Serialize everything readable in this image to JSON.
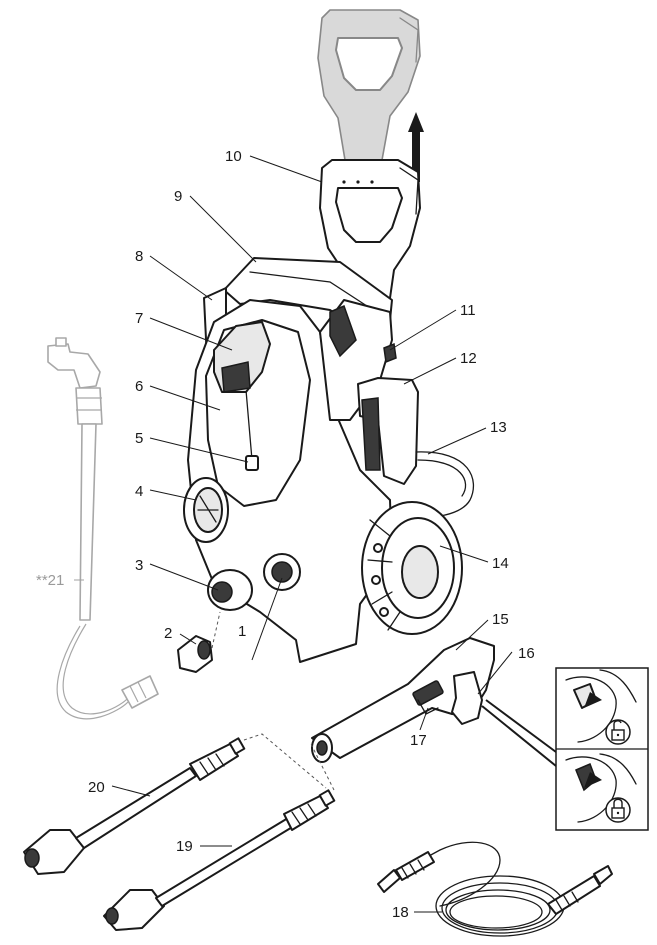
{
  "labels": {
    "l1": "1",
    "l2": "2",
    "l3": "3",
    "l4": "4",
    "l5": "5",
    "l6": "6",
    "l7": "7",
    "l8": "8",
    "l9": "9",
    "l10": "10",
    "l11": "11",
    "l12": "12",
    "l13": "13",
    "l14": "14",
    "l15": "15",
    "l16": "16",
    "l17": "17",
    "l18": "18",
    "l19": "19",
    "l20": "20",
    "l21": "**21"
  },
  "colors": {
    "ink": "#1a1a1a",
    "ghost": "#a8a8a8",
    "background": "#ffffff"
  },
  "icons": {
    "unlock": "unlock-icon",
    "lock": "lock-icon",
    "arrow": "arrow-up-icon"
  }
}
